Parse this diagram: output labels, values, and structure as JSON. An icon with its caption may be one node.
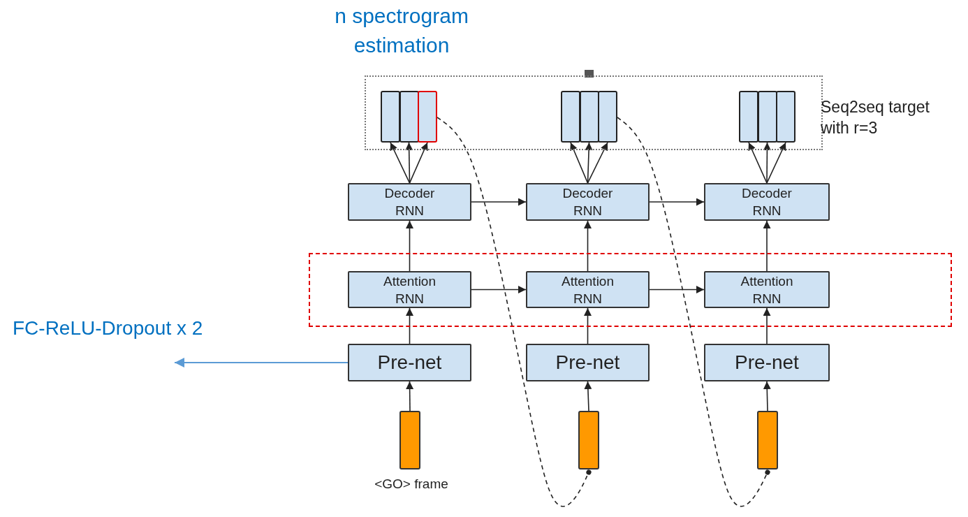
{
  "diagram": {
    "nodes": [
      {
        "text": [
          "Seq2seq target with r=3"
        ]
      },
      {
        "text": [],
        "shape": "bar",
        "in": 0
      },
      {
        "text": [],
        "shape": "bar",
        "in": 0
      },
      {
        "text": [],
        "shape": "bar",
        "in": 0
      },
      {
        "text": [],
        "shape": "bar",
        "in": 0
      },
      {
        "text": [],
        "shape": "bar",
        "in": 0
      },
      {
        "text": [],
        "shape": "bar",
        "in": 0
      },
      {
        "text": [],
        "shape": "bar",
        "in": 0
      },
      {
        "text": [],
        "shape": "bar",
        "in": 0
      },
      {
        "text": [],
        "shape": "bar",
        "in": 0
      },
      {
        "text": [
          "Decoder RNN"
        ]
      },
      {
        "text": [
          "Decoder RNN"
        ]
      },
      {
        "text": [
          "Decoder RNN"
        ]
      },
      {
        "text": [],
        "shape": "box"
      },
      {
        "text": [
          "Attention RNN"
        ],
        "in": 13
      },
      {
        "text": [
          "Attention RNN"
        ],
        "in": 13
      },
      {
        "text": [
          "Attention RNN"
        ],
        "in": 13
      },
      {
        "text": [
          "Pre-net"
        ]
      },
      {
        "text": [
          "Pre-net"
        ]
      },
      {
        "text": [
          "Pre-net"
        ]
      },
      {
        "text": [],
        "shape": "bar",
        "beside": [
          "<GO> frame"
        ]
      },
      {
        "text": [],
        "shape": "bar"
      },
      {
        "text": [],
        "shape": "bar"
      }
    ],
    "edges": [
      {
        "from": 10,
        "to": 1,
        "arrow": "to"
      },
      {
        "from": 10,
        "to": 2,
        "arrow": "to"
      },
      {
        "from": 10,
        "to": 3,
        "arrow": "to"
      },
      {
        "from": 11,
        "to": 4,
        "arrow": "to"
      },
      {
        "from": 11,
        "to": 5,
        "arrow": "to"
      },
      {
        "from": 11,
        "to": 6,
        "arrow": "to"
      },
      {
        "from": 12,
        "to": 7,
        "arrow": "to"
      },
      {
        "from": 12,
        "to": 8,
        "arrow": "to"
      },
      {
        "from": 12,
        "to": 9,
        "arrow": "to"
      },
      {
        "from": 10,
        "to": 11,
        "arrow": "to"
      },
      {
        "from": 11,
        "to": 12,
        "arrow": "to"
      },
      {
        "from": 14,
        "to": 10,
        "arrow": "to"
      },
      {
        "from": 15,
        "to": 11,
        "arrow": "to"
      },
      {
        "from": 16,
        "to": 12,
        "arrow": "to"
      },
      {
        "from": 14,
        "to": 15,
        "arrow": "to"
      },
      {
        "from": 15,
        "to": 16,
        "arrow": "to"
      },
      {
        "from": 17,
        "to": 14,
        "arrow": "to"
      },
      {
        "from": 18,
        "to": 15,
        "arrow": "to"
      },
      {
        "from": 19,
        "to": 16,
        "arrow": "to"
      },
      {
        "from": 20,
        "to": 17,
        "arrow": "to"
      },
      {
        "from": 21,
        "to": 18,
        "arrow": "to"
      },
      {
        "from": 22,
        "to": 19,
        "arrow": "to"
      },
      {
        "from": 3,
        "to": 21,
        "arrow": "other",
        "style": "dashed"
      },
      {
        "from": 6,
        "to": 22,
        "arrow": "other",
        "style": "dashed"
      },
      {
        "from": 17,
        "to": null,
        "arrow": "to",
        "color": "#5b9bd5"
      }
    ],
    "labels": [
      "n spectrogram estimation",
      "FC-ReLU-Dropout x 2"
    ]
  }
}
